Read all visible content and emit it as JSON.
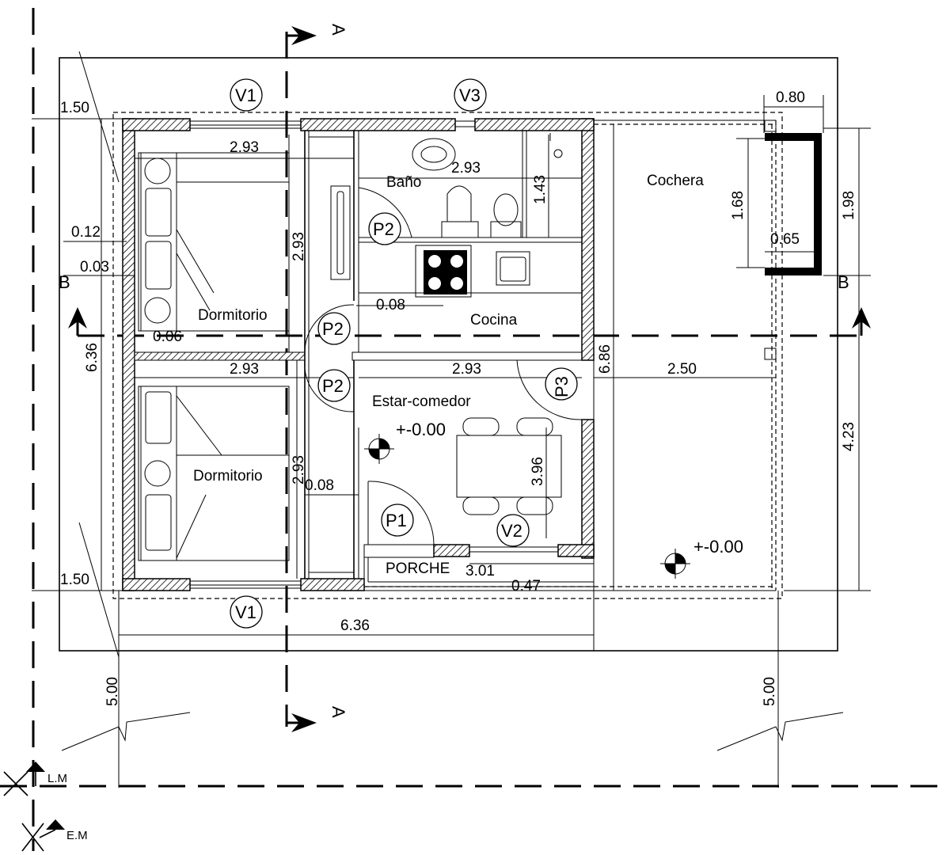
{
  "section_marks": {
    "a": "A",
    "b": "B"
  },
  "rooms": {
    "dormitorio_top": "Dormitorio",
    "dormitorio_bottom": "Dormitorio",
    "bano": "Baño",
    "cocina": "Cocina",
    "estar": "Estar-comedor",
    "cochera": "Cochera",
    "porche": "PORCHE"
  },
  "openings": {
    "v1_top": "V1",
    "v1_bottom": "V1",
    "v3": "V3",
    "v2": "V2",
    "p1": "P1",
    "p2_bano": "P2",
    "p2_dorm_top": "P2",
    "p2_dorm_bottom": "P2",
    "p3": "P3"
  },
  "levels": {
    "estar": "+-0.00",
    "cochera": "+-0.00"
  },
  "dimensions": {
    "setback_top": "1.50",
    "setback_bottom": "1.50",
    "wall_ext": "0.12",
    "gap": "0.03",
    "inner_gap": "0.06",
    "overall_height_left": "6.36",
    "dorm_top_width": "2.93",
    "bano_width": "2.93",
    "dorm_top_height": "2.93",
    "bano_height": "1.43",
    "partition_kitchen": "0.08",
    "dorm_bottom_width": "2.93",
    "estar_width": "2.93",
    "cochera_width": "2.50",
    "overall_height_right": "6.86",
    "dorm_bottom_height": "2.93",
    "partition_estar": "0.08",
    "estar_height": "3.96",
    "porche_width": "3.01",
    "porche_depth": "0.47",
    "overall_width": "6.36",
    "column_width": "0.80",
    "column_height": "1.68",
    "column_depth": "0.65",
    "cochera_top_height": "1.98",
    "cochera_bottom_height": "4.23",
    "front_left": "5.00",
    "front_right": "5.00"
  },
  "lines": {
    "lm": "L.M",
    "em": "E.M"
  }
}
